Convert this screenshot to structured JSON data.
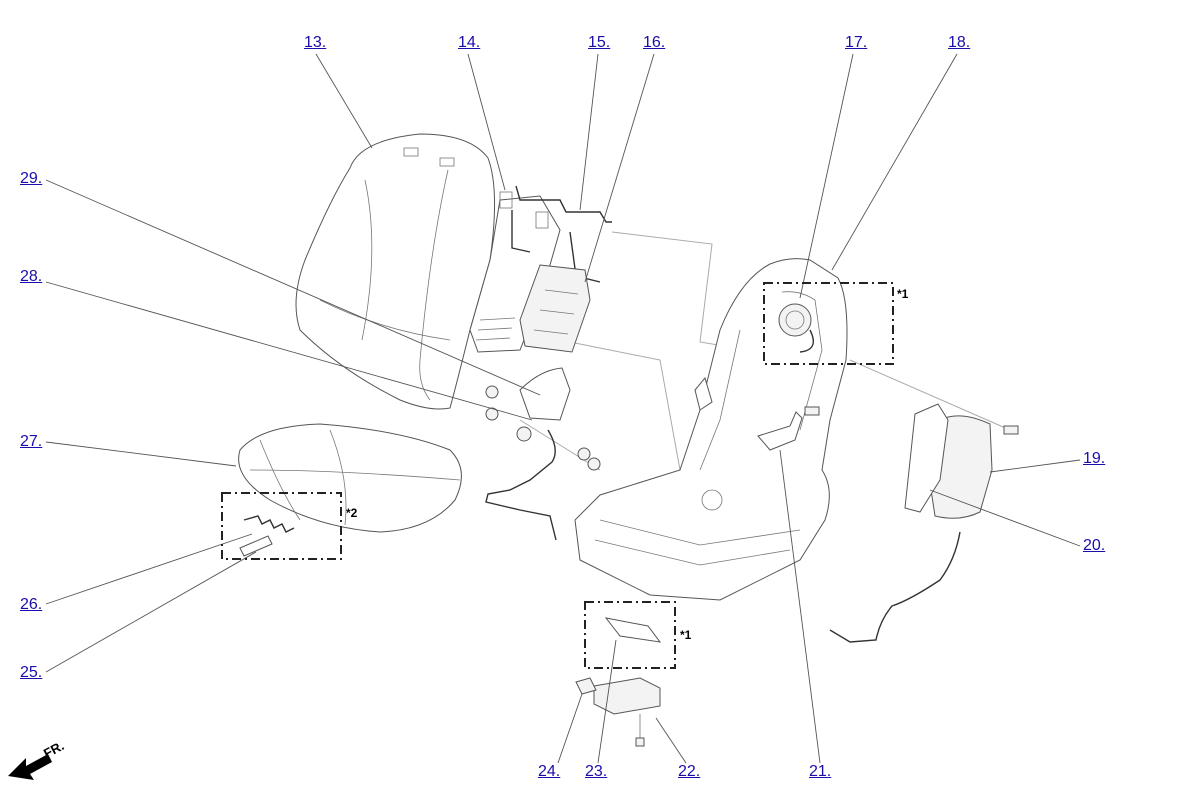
{
  "callouts": {
    "c13": "13.",
    "c14": "14.",
    "c15": "15.",
    "c16": "16.",
    "c17": "17.",
    "c18": "18.",
    "c19": "19.",
    "c20": "20.",
    "c21": "21.",
    "c22": "22.",
    "c23": "23.",
    "c24": "24.",
    "c25": "25.",
    "c26": "26.",
    "c27": "27.",
    "c28": "28.",
    "c29": "29."
  },
  "notes": {
    "n1a": "*1",
    "n1b": "*1",
    "n2": "*2"
  },
  "direction_label": "FR.",
  "colors": {
    "link": "#1a0dab",
    "line": "#555555",
    "background": "#ffffff"
  }
}
